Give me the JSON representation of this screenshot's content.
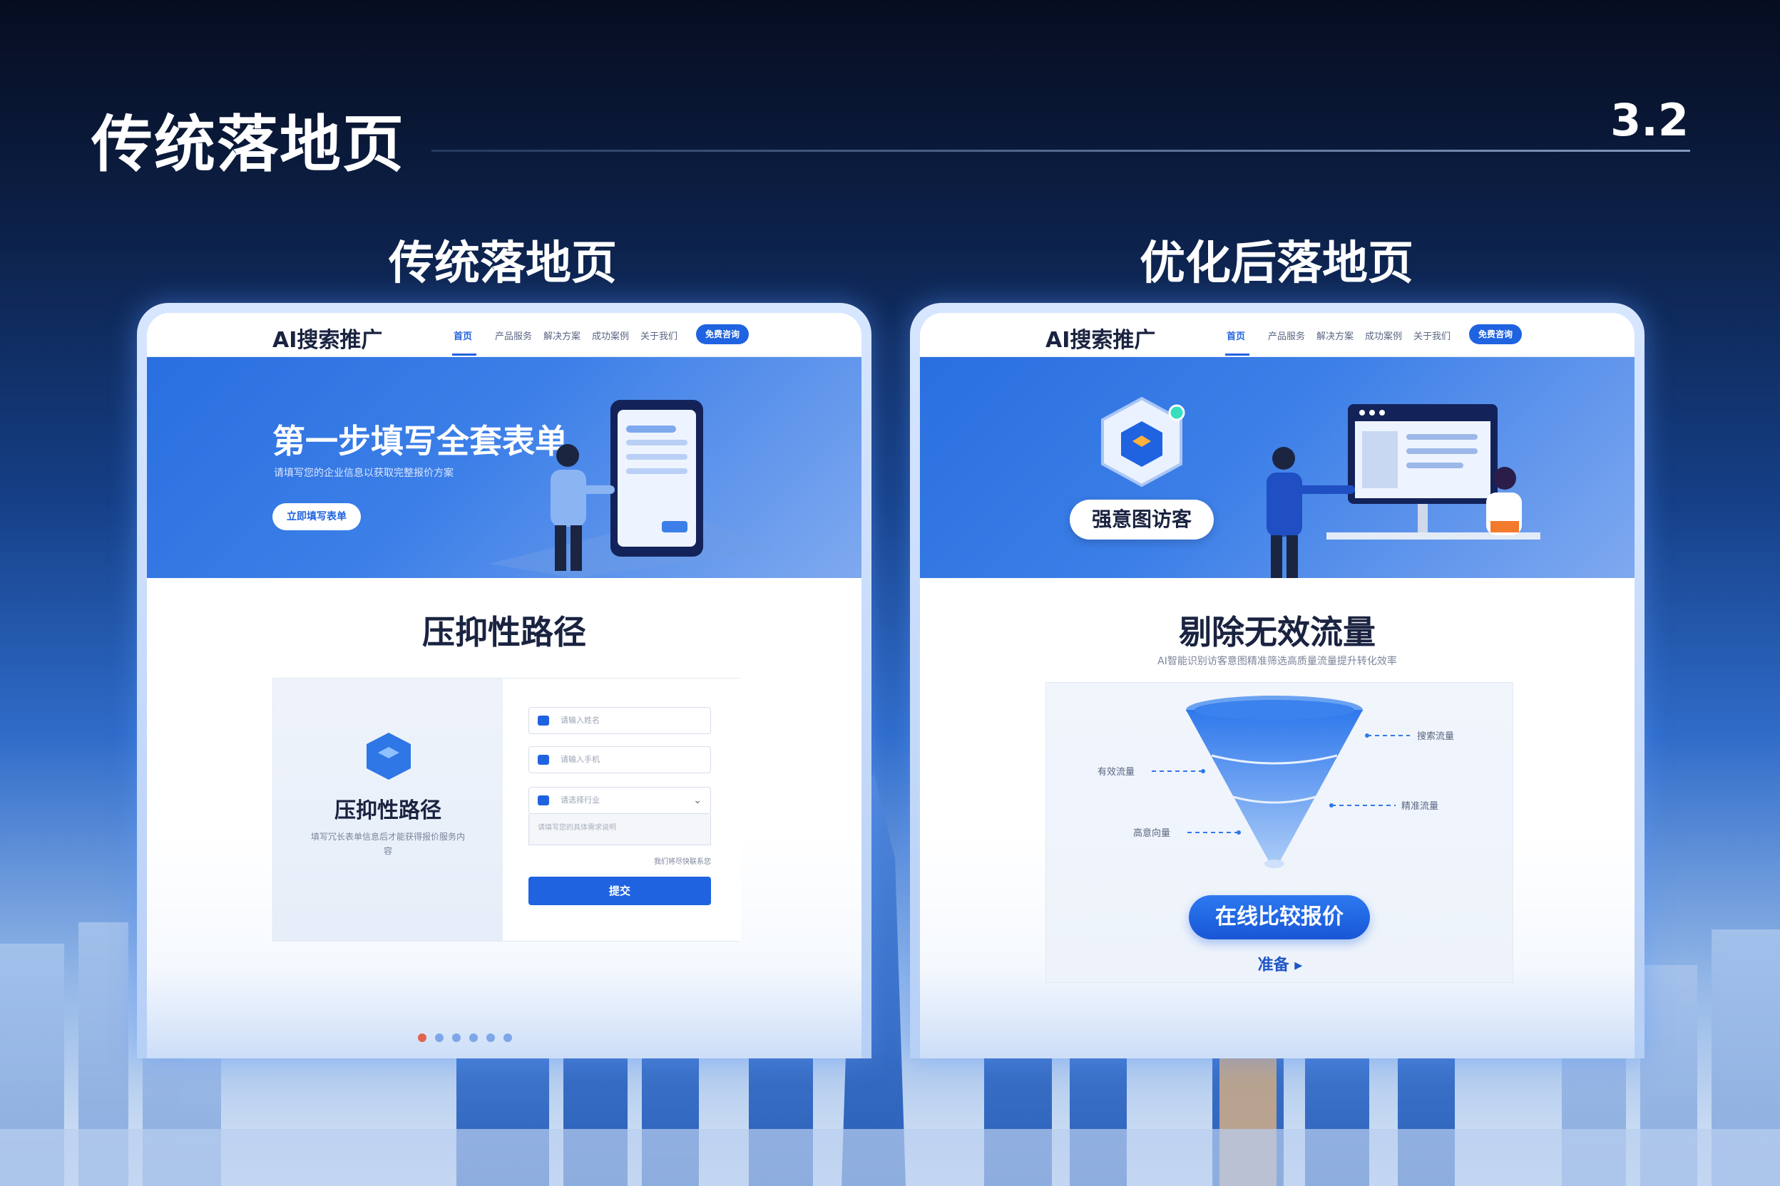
{
  "slide": {
    "title": "传统落地页",
    "number": "3.2"
  },
  "columns": {
    "left_heading": "传统落地页",
    "right_heading": "优化后落地页"
  },
  "left_page": {
    "brand": "AI搜索推广",
    "nav": [
      "首页",
      "产品服务",
      "解决方案",
      "成功案例",
      "关于我们"
    ],
    "nav_cta": "免费咨询",
    "hero_title": "第一步填写全套表单",
    "hero_subtitle": "请填写您的企业信息以获取完整报价方案",
    "hero_button": "立即填写表单",
    "section_title": "压抑性路径",
    "card_heading": "压抑性路径",
    "card_desc": "填写冗长表单信息后才能获得报价服务内容",
    "fields": [
      "请输入姓名",
      "请输入手机",
      "请选择行业"
    ],
    "textarea_placeholder": "请填写您的具体需求说明",
    "form_note": "我们将尽快联系您",
    "submit": "提交"
  },
  "right_page": {
    "brand": "AI搜索推广",
    "nav": [
      "首页",
      "产品服务",
      "解决方案",
      "成功案例",
      "关于我们"
    ],
    "nav_cta": "免费咨询",
    "badge": "强意图访客",
    "section_title": "剔除无效流量",
    "section_subtitle": "AI智能识别访客意图精准筛选高质量流量提升转化效率",
    "funnel_labels": {
      "top_right": "搜索流量",
      "left_upper": "有效流量",
      "right_middle": "精准流量",
      "left_lower": "高意向量"
    },
    "cta": "在线比较报价",
    "cta_link": "准备 ▸"
  },
  "colors": {
    "accent": "#1f63e0",
    "hero_blue": "#3c7fe8",
    "text_dark": "#1a2340"
  }
}
